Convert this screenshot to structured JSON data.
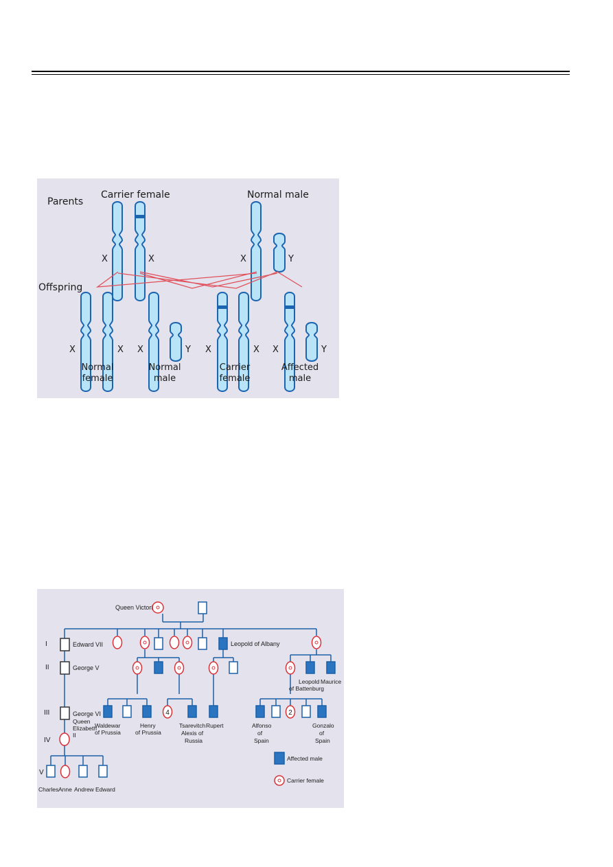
{
  "inheritance_diagram": {
    "parents_label": "Parents",
    "offspring_label": "Offspring",
    "carrier_female_title": "Carrier female",
    "normal_male_title": "Normal male",
    "x_label": "X",
    "y_label": "Y",
    "offspring": [
      {
        "line1": "Normal",
        "line2": "female"
      },
      {
        "line1": "Normal",
        "line2": "male"
      },
      {
        "line1": "Carrier",
        "line2": "female"
      },
      {
        "line1": "Affected",
        "line2": "male"
      }
    ],
    "colors": {
      "chromosome_fill": "#b9e3f7",
      "chromosome_stroke": "#1b64b0",
      "cross_lines": "#e0505a",
      "background": "#e4e2ec"
    }
  },
  "pedigree": {
    "generations": [
      "I",
      "II",
      "III",
      "IV",
      "V"
    ],
    "queen_victoria": "Queen Victoria",
    "edward_vii": "Edward VII",
    "george_v": "George V",
    "george_vi": "George VI",
    "queen_elizabeth": [
      "Queen",
      "Elizabeth",
      "II"
    ],
    "leopold_albany": "Leopold of Albany",
    "leopold_battenburg": [
      "Leopold",
      "of Battenburg"
    ],
    "maurice": "Maurice",
    "waldewar": [
      "Waldewar",
      "of Prussia"
    ],
    "henry": [
      "Henry",
      "of Prussia"
    ],
    "tsarevitch": [
      "Tsarevitch",
      "Alexis of",
      "Russia"
    ],
    "rupert": "Rupert",
    "alfonso": [
      "Alfonso",
      "of",
      "Spain"
    ],
    "gonzalo": [
      "Gonzalo",
      "of",
      "Spain"
    ],
    "count_4": "4",
    "count_2": "2",
    "gen_v_children": [
      "Charles",
      "Anne",
      "Andrew",
      "Edward"
    ],
    "legend_affected": "Affected male",
    "legend_carrier": "Carrier female",
    "colors": {
      "affected": "#2a74c0",
      "carrier": "#d8333a",
      "lines": "#1b5fa8",
      "background": "#e4e2ec"
    }
  }
}
